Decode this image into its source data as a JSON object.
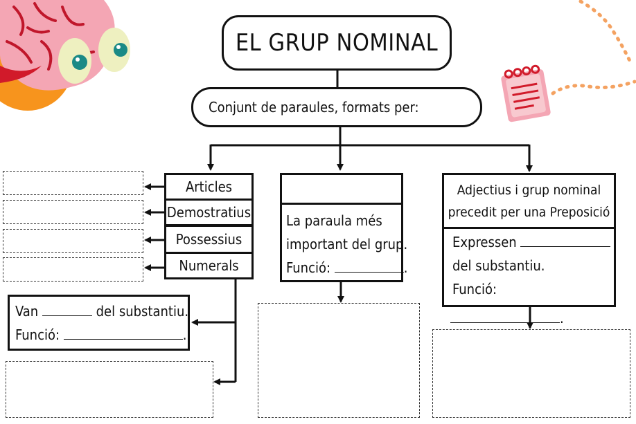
{
  "title": "EL GRUP NOMINAL",
  "subtitle": "Conjunt de paraules, formats per:",
  "left_items": [
    "Articles",
    "Demostratius",
    "Possessius",
    "Numerals"
  ],
  "left_desc": {
    "line1_prefix": "Van",
    "line1_suffix": "del substantiu.",
    "line2": "Funció:"
  },
  "middle": {
    "header": "",
    "line1": "La paraula més",
    "line2": "important del grup.",
    "line3": "Funció:"
  },
  "right": {
    "header_line1": "Adjectius i grup nominal",
    "header_line2": "precedit per una Preposició",
    "line1": "Expressen",
    "line2": "del substantiu.",
    "line3": "Funció:"
  }
}
